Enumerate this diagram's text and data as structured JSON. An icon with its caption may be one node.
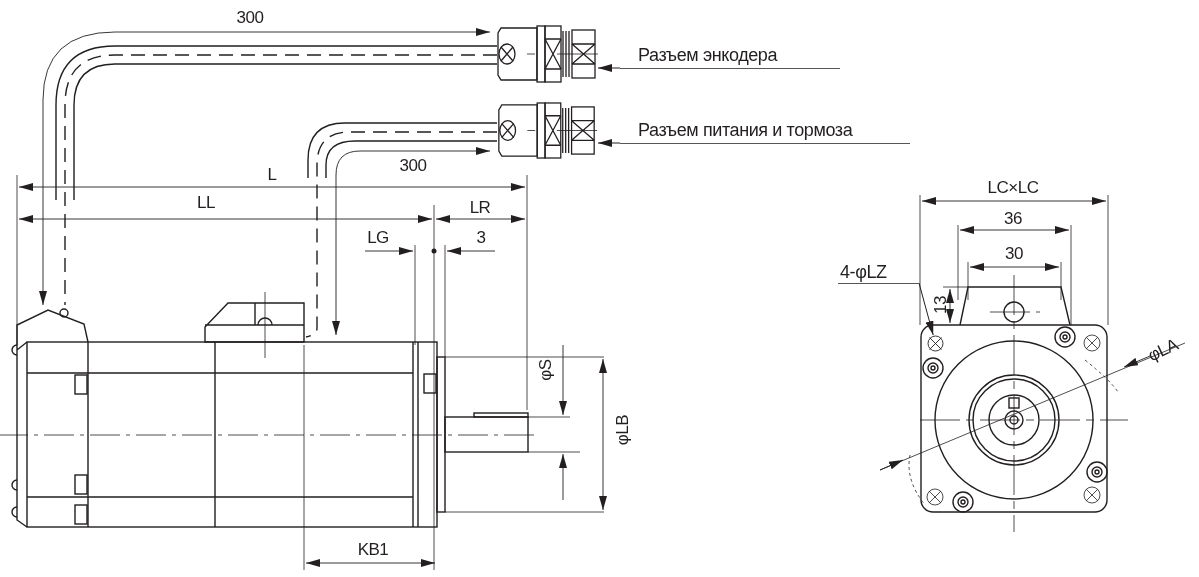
{
  "diagram": {
    "nodes": [
      {
        "text": [
          "Разъем энкодера"
        ]
      },
      {
        "text": [],
        "shape": "picture"
      },
      {
        "text": [
          "Разъем питания и тормоза"
        ]
      },
      {
        "text": [],
        "shape": "picture"
      },
      {
        "text": [
          "4-φLZ"
        ]
      },
      {
        "text": [],
        "shape": "circle"
      }
    ],
    "edges": [
      {
        "from": 0,
        "to": 1,
        "arrow": "to"
      },
      {
        "from": 2,
        "to": 3,
        "arrow": "to"
      },
      {
        "from": 4,
        "to": 5,
        "arrow": "to"
      }
    ],
    "labels": [
      "300",
      "300",
      "L",
      "LL",
      "LR",
      "LG",
      "3",
      "LC×LC",
      "36",
      "30",
      "13",
      "φLA",
      "φS",
      "φLB",
      "KB1"
    ]
  }
}
